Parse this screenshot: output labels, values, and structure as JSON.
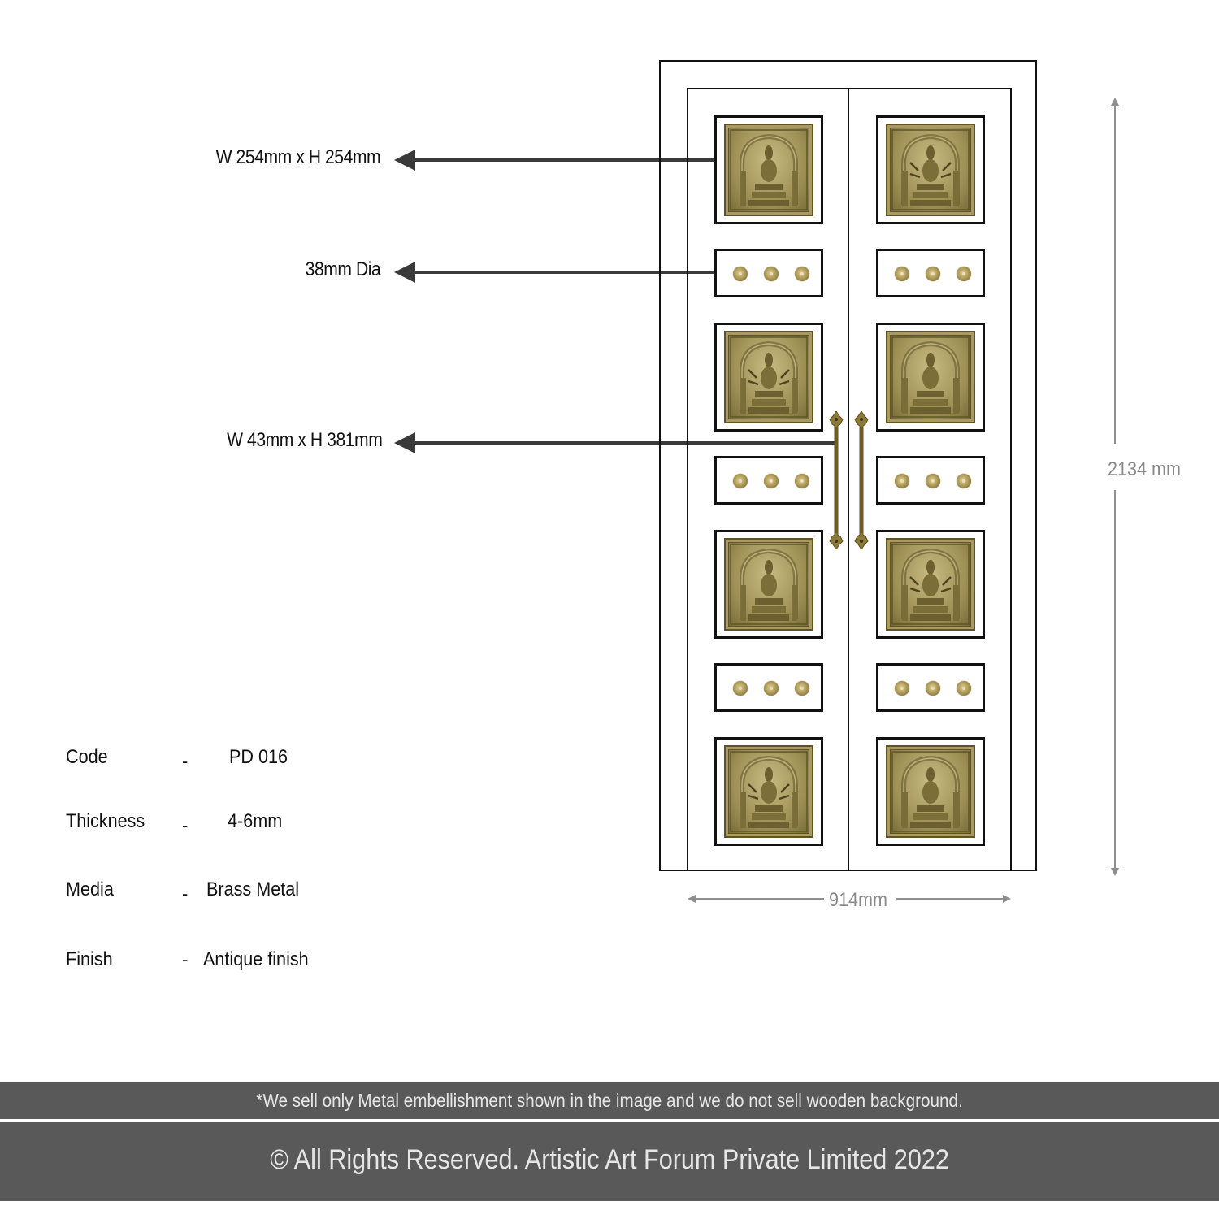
{
  "callouts": [
    {
      "label": "W 254mm x H 254mm",
      "target": "brass-plate"
    },
    {
      "label": "38mm Dia",
      "target": "brass-stud"
    },
    {
      "label": "W 43mm x H 381mm",
      "target": "door-handle"
    }
  ],
  "dimensions": {
    "width": "914mm",
    "height": "2134 mm"
  },
  "door": {
    "leaves": 2,
    "rows": [
      "plate",
      "studs",
      "plate",
      "studs",
      "plate",
      "studs",
      "plate"
    ],
    "studs_per_panel": 3,
    "plate_motifs": [
      "deity-seated-arch-1",
      "deity-multi-arm-arch-2"
    ],
    "colors": {
      "brass": "#a89a60",
      "brass_dark": "#5e5428",
      "frame": "#111111"
    }
  },
  "specs": [
    {
      "label": "Code",
      "separator": "-",
      "value": "PD 016"
    },
    {
      "label": "Thickness",
      "separator": "-",
      "value": "4-6mm"
    },
    {
      "label": "Media",
      "separator": "-",
      "value": "Brass Metal"
    },
    {
      "label": "Finish",
      "separator": "-",
      "value": "Antique finish"
    }
  ],
  "footer": {
    "notice": "*We sell only Metal embellishment shown in the image and we do not sell wooden background.",
    "copyright": "© All Rights Reserved. Artistic Art Forum Private Limited 2022",
    "bar_color": "#595959"
  }
}
